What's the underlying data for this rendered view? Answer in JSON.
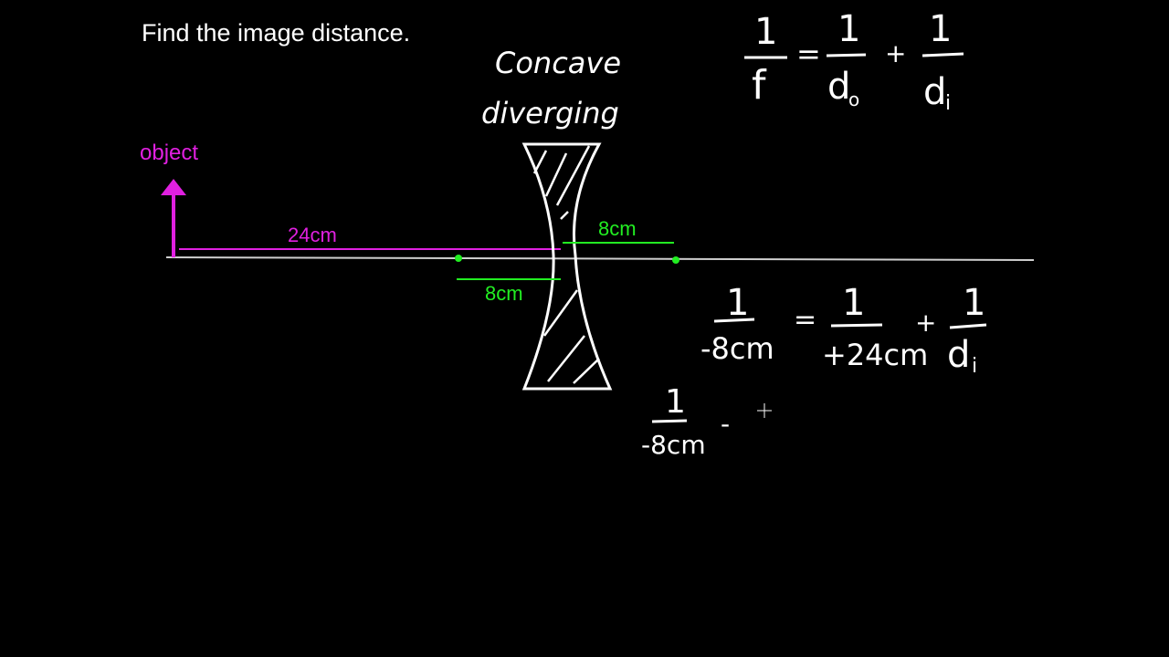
{
  "prompt": "Find the image distance.",
  "lens": {
    "label_line1": "Concave",
    "label_line2": "diverging"
  },
  "object_label": "object",
  "distances": {
    "object_distance": "24cm",
    "focal_right": "8cm",
    "focal_left": "8cm"
  },
  "lens_equation": {
    "numerator": "1",
    "f": "f",
    "equals": "=",
    "do": "d",
    "do_sub": "o",
    "plus": "+",
    "di": "d",
    "di_sub": "i"
  },
  "substituted_equation": {
    "numerator": "1",
    "f_value": "-8cm",
    "equals": "=",
    "do_value": "+24cm",
    "plus": "+",
    "di": "d",
    "di_sub": "i"
  },
  "partial_step": {
    "numerator": "1",
    "f_value": "-8cm",
    "minus": "-"
  },
  "colors": {
    "background": "#000000",
    "chalk_white": "#ffffff",
    "magenta": "#e020e0",
    "green": "#22ee22",
    "orange": "#f0901a",
    "axis_gray": "#cfcfcf"
  }
}
